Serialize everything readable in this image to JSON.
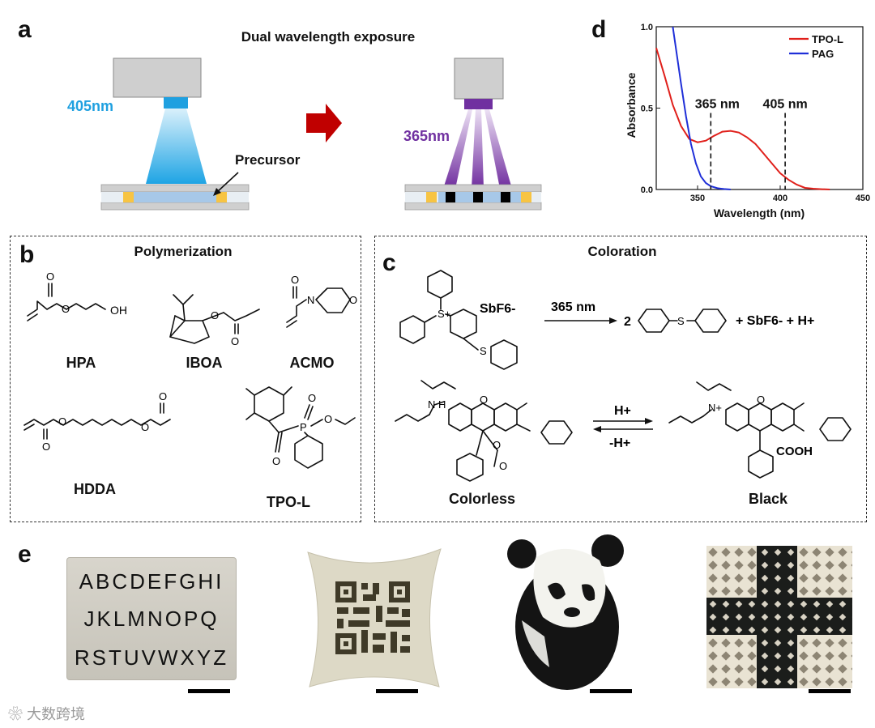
{
  "panels": {
    "a": "a",
    "b": "b",
    "c": "c",
    "d": "d",
    "e": "e"
  },
  "panel_a": {
    "title": "Dual wavelength exposure",
    "wavelength_left": "405nm",
    "wavelength_right": "365nm",
    "precursor_label": "Precursor",
    "colors": {
      "blue": "#1fa0e0",
      "purple": "#7030a0",
      "arrow": "#c00000",
      "gray": "#cfcfcf"
    }
  },
  "panel_b": {
    "title": "Polymerization",
    "molecules": [
      "HPA",
      "IBOA",
      "ACMO",
      "HDDA",
      "TPO-L"
    ],
    "atoms": {
      "oxygen": "O",
      "hydroxyl": "OH",
      "nitrogen": "N",
      "phosphorus": "P"
    }
  },
  "panel_c": {
    "title": "Coloration",
    "reaction1": {
      "anion": "SbF6-",
      "arrow_label": "365 nm",
      "coef": "2",
      "product_anion": "+ SbF6- + H+",
      "sulfur": "S",
      "sulfonium": "S+"
    },
    "reaction2": {
      "forward": "H+",
      "reverse": "-H+",
      "left_label": "Colorless",
      "right_label": "Black",
      "acid": "COOH",
      "n_plus": "N+",
      "nh": "N H"
    }
  },
  "chart_data": {
    "type": "line",
    "title": "",
    "xlabel": "Wavelength (nm)",
    "ylabel": "Absorbance",
    "xlim": [
      325,
      450
    ],
    "ylim": [
      0.0,
      1.0
    ],
    "xticks": [
      350,
      400,
      450
    ],
    "yticks": [
      0.0,
      0.5,
      1.0
    ],
    "legend_position": "top-right",
    "series": [
      {
        "name": "TPO-L",
        "color": "#e0201b",
        "x": [
          325,
          330,
          335,
          340,
          345,
          350,
          355,
          360,
          365,
          370,
          375,
          380,
          385,
          390,
          395,
          400,
          405,
          410,
          415,
          420,
          425,
          430
        ],
        "y": [
          0.87,
          0.7,
          0.52,
          0.39,
          0.31,
          0.29,
          0.3,
          0.33,
          0.355,
          0.36,
          0.35,
          0.32,
          0.28,
          0.22,
          0.16,
          0.1,
          0.06,
          0.03,
          0.01,
          0.005,
          0.002,
          0.0
        ]
      },
      {
        "name": "PAG",
        "color": "#1f2fd8",
        "x": [
          335,
          337,
          340,
          343,
          346,
          349,
          352,
          355,
          358,
          362,
          366,
          370
        ],
        "y": [
          1.0,
          0.86,
          0.65,
          0.45,
          0.28,
          0.16,
          0.08,
          0.04,
          0.02,
          0.008,
          0.003,
          0.0
        ]
      }
    ],
    "annotations": [
      {
        "text": "365 nm",
        "x": 358
      },
      {
        "text": "405 nm",
        "x": 403
      }
    ]
  },
  "panel_e": {
    "letters": [
      "ABCDEFGHI",
      "JKLMNOPQ",
      "RSTUVWXYZ"
    ]
  },
  "watermark": "大数跨境"
}
